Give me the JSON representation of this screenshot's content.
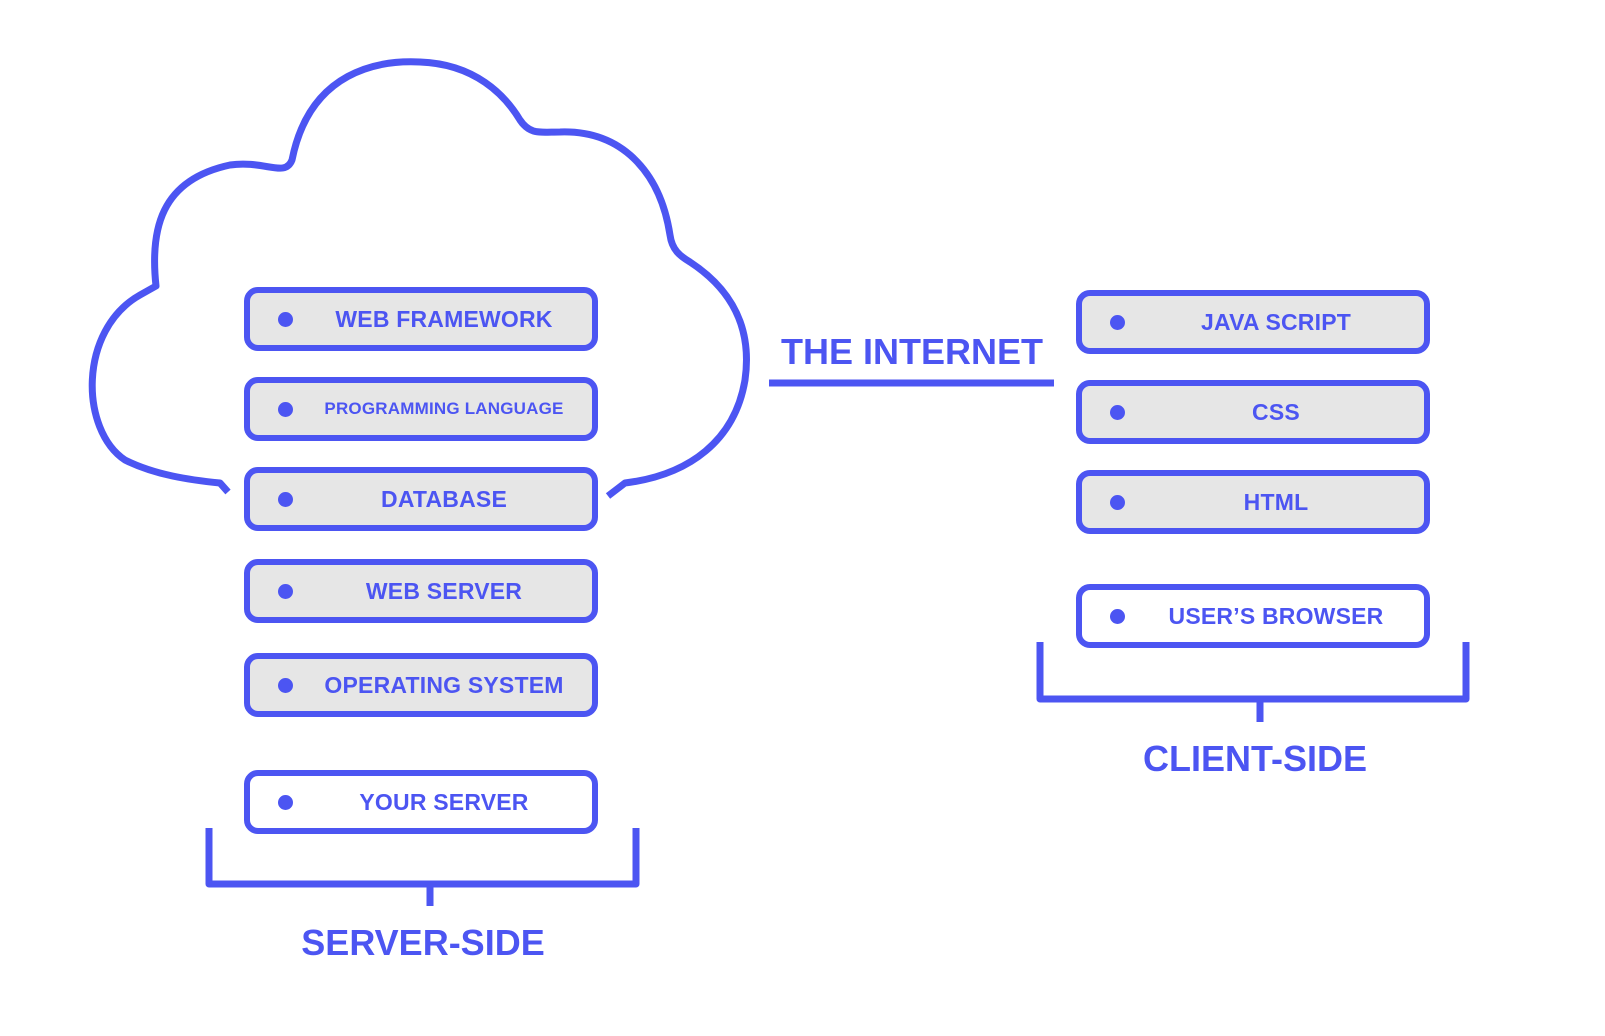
{
  "server_side": {
    "caption": "SERVER-SIDE",
    "items": [
      {
        "label": "WEB FRAMEWORK"
      },
      {
        "label": "PROGRAMMING LANGUAGE"
      },
      {
        "label": "DATABASE"
      },
      {
        "label": "WEB SERVER"
      },
      {
        "label": "OPERATING SYSTEM"
      }
    ],
    "machine": {
      "label": "YOUR SERVER"
    }
  },
  "internet": {
    "label": "THE INTERNET"
  },
  "client_side": {
    "caption": "CLIENT-SIDE",
    "items": [
      {
        "label": "JAVA SCRIPT"
      },
      {
        "label": "CSS"
      },
      {
        "label": "HTML"
      }
    ],
    "machine": {
      "label": "USER’S BROWSER"
    }
  },
  "colors": {
    "accent": "#4c55f2",
    "box_fill": "#e6e6e6",
    "background": "#ffffff"
  },
  "icons": [
    "cloud-icon",
    "bullet-dot-icon",
    "bracket-icon"
  ]
}
